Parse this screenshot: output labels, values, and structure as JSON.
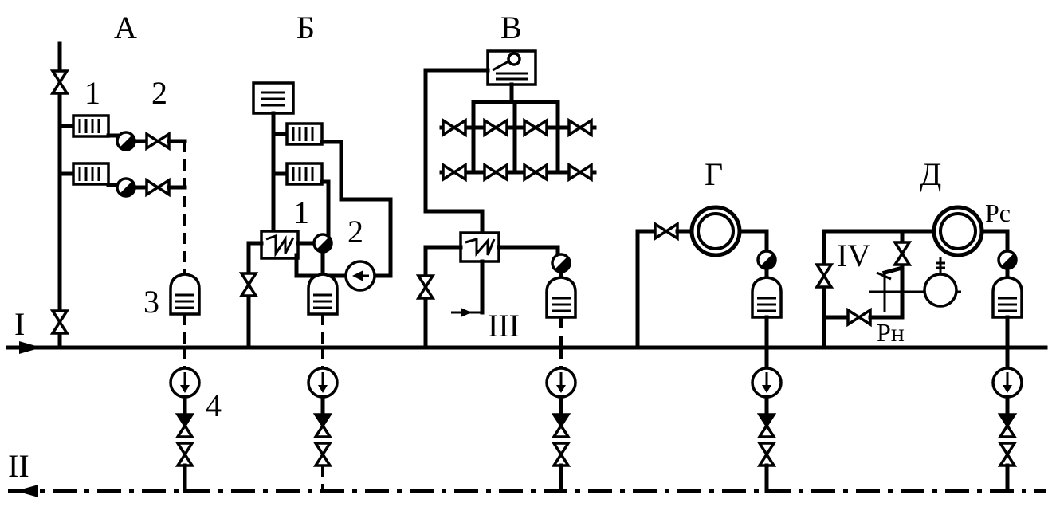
{
  "labels": {
    "section_a": "А",
    "section_b": "Б",
    "section_v": "В",
    "section_g": "Г",
    "section_d": "Д",
    "line_i": "I",
    "line_ii": "II",
    "line_iii": "III",
    "line_iv": "IV",
    "item_1": "1",
    "item_2": "2",
    "item_3": "3",
    "item_4": "4",
    "p_c": "Рс",
    "p_n": "Рн"
  }
}
